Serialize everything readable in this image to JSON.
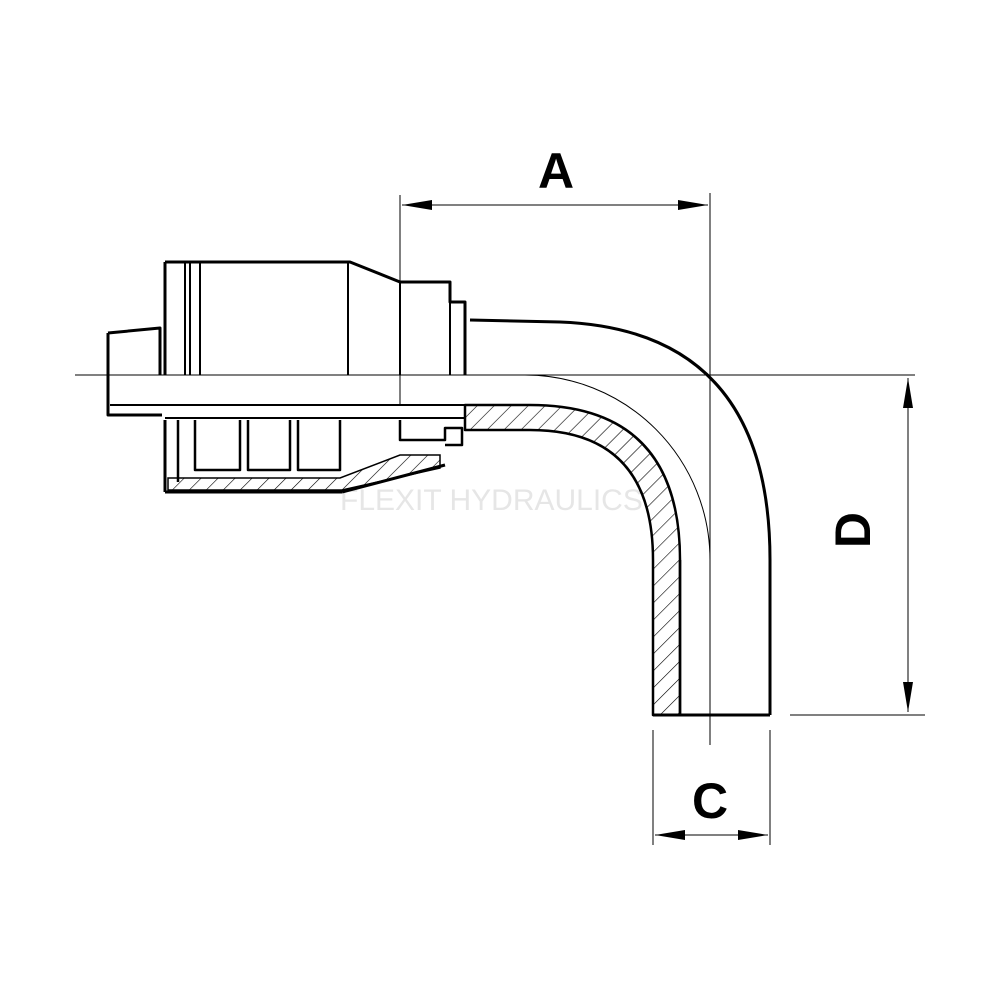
{
  "dimensions": {
    "a": "A",
    "c": "C",
    "d": "D"
  },
  "watermark": "FLEXIT HYDRAULICS",
  "colors": {
    "line": "#000000",
    "background": "#ffffff",
    "watermark": "#e6e6e6"
  }
}
